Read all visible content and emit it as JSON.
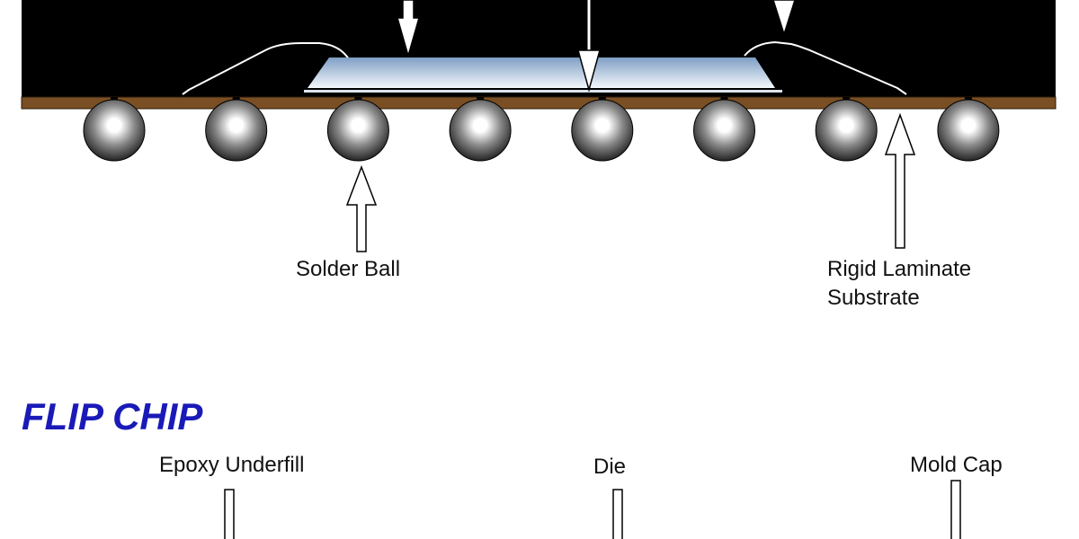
{
  "labels": {
    "solder_ball": "Solder Ball",
    "substrate_line1": "Rigid Laminate",
    "substrate_line2": "Substrate",
    "flip_chip_heading": "FLIP CHIP",
    "epoxy_underfill": "Epoxy Underfill",
    "die": "Die",
    "mold_cap": "Mold Cap"
  },
  "colors": {
    "mold_cap": "#000000",
    "substrate": "#7a4f24",
    "die_top": "#7f9fc4",
    "die_bottom": "#f4f8fc",
    "heading": "#1a1ab8",
    "text": "#111111"
  },
  "solder_ball_count": 8
}
